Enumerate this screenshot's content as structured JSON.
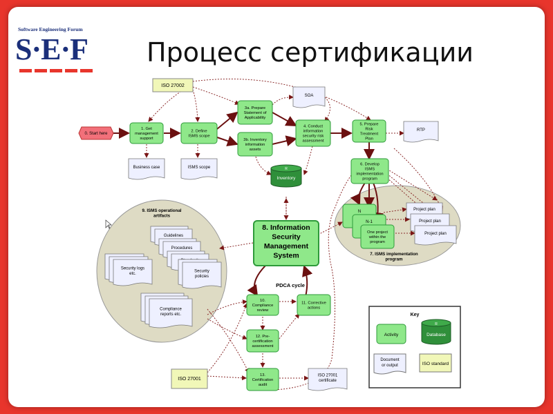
{
  "slide": {
    "logo_tagline": "Software Engineering Forum",
    "logo_mark": "S·E·F",
    "title": "Процесс сертификации"
  },
  "diagram": {
    "iso27002_top": "ISO 27002",
    "start": "0. Start here",
    "act1": [
      "1. Get",
      "management",
      "support"
    ],
    "act2": [
      "2. Define",
      "ISMS scope"
    ],
    "act3a": [
      "3a. Prepare",
      "Statement of",
      "Applicability"
    ],
    "act3b": [
      "3b. Inventory",
      "information",
      "assets"
    ],
    "act4": [
      "4. Conduct",
      "information",
      "security risk",
      "assessment"
    ],
    "act5": [
      "5. Prepare",
      "Risk",
      "Treatment",
      "Plan"
    ],
    "act6": [
      "6. Develop",
      "ISMS",
      "implementation",
      "program"
    ],
    "soa": "SOA",
    "rtp": "RTP",
    "business_case": "Business case",
    "isms_scope_doc": "ISMS scope",
    "inventory": "Inventory",
    "isms_main": [
      "8. Information",
      "Security",
      "Management",
      "System"
    ],
    "ops_title": [
      "9. ISMS operational",
      "artifacts"
    ],
    "guidelines": "Guidelines",
    "procedures": "Procedures",
    "standards": "Standards",
    "security_logs": [
      "Security logs",
      "etc."
    ],
    "security_policies": [
      "Security",
      "policies"
    ],
    "compliance_reports": [
      "Compliance",
      "reports etc."
    ],
    "impl_title": [
      "7. ISMS implementation",
      "program"
    ],
    "n_label": "N",
    "n1_label": "N-1",
    "one_project": [
      "One project",
      "within the",
      "program"
    ],
    "project_plans": [
      "Project plan",
      "Project plan",
      "Project plan"
    ],
    "pdca": "PDCA cycle",
    "act10": [
      "10.",
      "Compliance",
      "review"
    ],
    "act11": [
      "11. Corrective",
      "actions"
    ],
    "act12": [
      "12. Pre-",
      "certification",
      "assessment"
    ],
    "act13": [
      "13.",
      "Certification",
      "audit"
    ],
    "iso27001_left": "ISO 27001",
    "iso27001_cert": [
      "ISO 27001",
      "certificate"
    ],
    "key": {
      "title": "Key",
      "activity": "Activity",
      "database": "Database",
      "document": [
        "Document",
        "or output"
      ],
      "standard": "ISO standard"
    }
  },
  "colors": {
    "frame": "#e8352c",
    "activity_fill": "#8fe88a",
    "activity_stroke": "#2e9a3a",
    "standard_fill": "#f1f7b8",
    "ellipse_fill": "#dedbc4",
    "start_fill": "#f2707a",
    "brand": "#1b2f7a"
  }
}
